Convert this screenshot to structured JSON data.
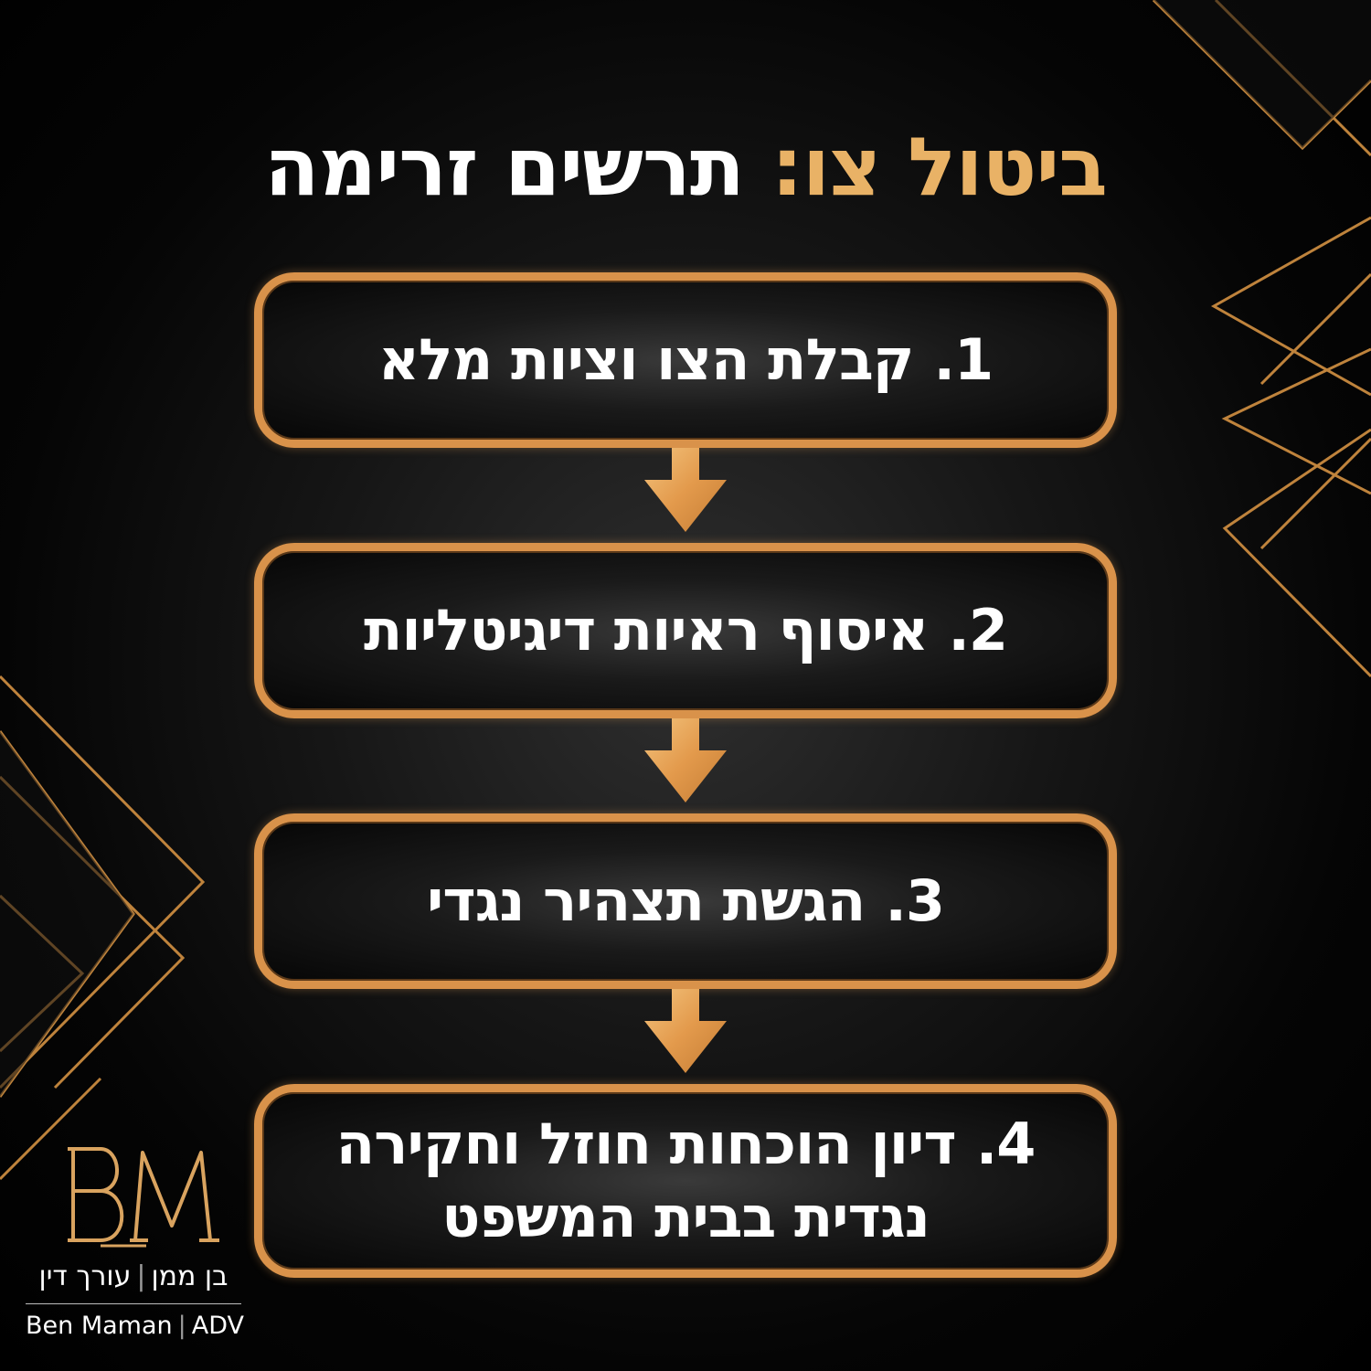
{
  "title": {
    "accent": "ביטול צו:",
    "main": "תרשים זרימה"
  },
  "steps": [
    {
      "number": "1.",
      "lines": [
        "קבלת הצו וציות מלא"
      ]
    },
    {
      "number": "2.",
      "lines": [
        "איסוף ראיות דיגיטליות"
      ]
    },
    {
      "number": "3.",
      "lines": [
        "הגשת תצהיר נגדי"
      ]
    },
    {
      "number": "4.",
      "lines": [
        "דיון הוכחות חוזל וחקירה",
        "נגדית בבית המשפט"
      ]
    }
  ],
  "logo": {
    "monogram": "BM",
    "hebrew_name": "בן ממן",
    "hebrew_title": "עורך דין",
    "english_name": "Ben Maman",
    "english_title": "ADV"
  },
  "colors": {
    "accent_gold": "#e9b266",
    "frame_gold": "#d9924a",
    "background": "#000000",
    "text": "#ffffff"
  },
  "icons": {
    "arrow": "arrow-down-icon",
    "decoration": "gold-diamond-lines"
  }
}
